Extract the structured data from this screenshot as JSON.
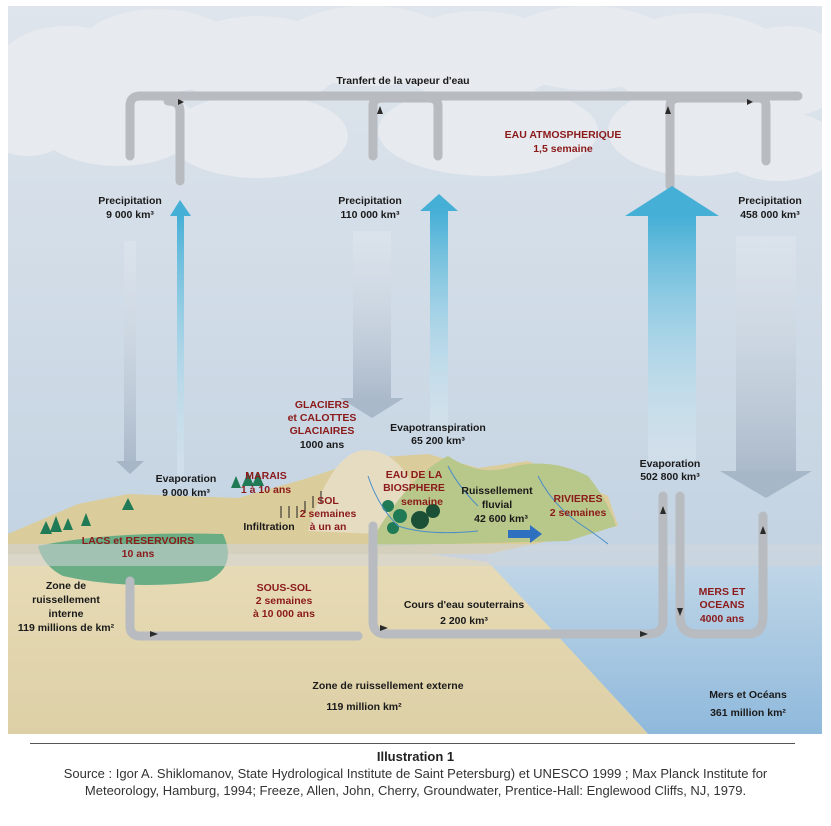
{
  "diagram": {
    "labels": {
      "vapour_transfer": "Tranfert de la vapeur d'eau",
      "atmos_title": "EAU ATMOSPHERIQUE",
      "atmos_time": "1,5 semaine",
      "precip_left_label": "Precipitation",
      "precip_left_value": "9 000 km³",
      "precip_mid_label": "Precipitation",
      "precip_mid_value": "110 000 km³",
      "precip_right_label": "Precipitation",
      "precip_right_value": "458 000 km³",
      "evap_left_label": "Evaporation",
      "evap_left_value": "9 000 km³",
      "evapotransp_label": "Evapotranspiration",
      "evapotransp_value": "65 200 km³",
      "evap_ocean_label": "Evaporation",
      "evap_ocean_value": "502 800 km³",
      "glaciers_1": "GLACIERS",
      "glaciers_2": "et CALOTTES",
      "glaciers_3": "GLACIAIRES",
      "glaciers_4": "1000 ans",
      "marais_1": "MARAIS",
      "marais_2": "1 à 10 ans",
      "sol_1": "SOL",
      "sol_2": "2 semaines",
      "sol_3": "à un an",
      "infiltration": "Infiltration",
      "biosphere_1": "EAU DE LA",
      "biosphere_2": "BIOSPHERE",
      "biosphere_3": "semaine",
      "runoff_1": "Ruissellement",
      "runoff_2": "fluvial",
      "runoff_3": "42 600 km³",
      "rivers_1": "RIVIERES",
      "rivers_2": "2 semaines",
      "lakes_1": "LACS et RESERVOIRS",
      "lakes_2": "10 ans",
      "internal_1": "Zone de",
      "internal_2": "ruissellement",
      "internal_3": "interne",
      "internal_4": "119 millions de km²",
      "subsoil_1": "SOUS-SOL",
      "subsoil_2": "2 semaines",
      "subsoil_3": "à 10 000 ans",
      "underground_1": "Cours d'eau souterrains",
      "underground_2": "2 200 km³",
      "seas_1": "MERS ET",
      "seas_2": "OCEANS",
      "seas_3": "4000 ans",
      "external_1": "Zone de ruissellement externe",
      "external_2": "119 million km²",
      "ocean_area_1": "Mers et Océans",
      "ocean_area_2": "361 million km²"
    },
    "colors": {
      "sky": "#c9d6e3",
      "cloud": "#e6e9ee",
      "land": "#e3d7b3",
      "ocean": "#a9c8e0",
      "lake": "#6cae86",
      "hill": "#b9c98a",
      "pipe": "#b9bcc1",
      "arrow_blue": "#4ab3d8",
      "label_red": "#8b1a1a"
    }
  },
  "caption": {
    "title": "Illustration 1",
    "source": "Source : Igor A. Shiklomanov, State Hydrological Institute de Saint Petersburg) et UNESCO 1999 ; Max Planck Institute for Meteorology, Hamburg, 1994; Freeze, Allen, John, Cherry, Groundwater, Prentice-Hall: Englewood Cliffs, NJ, 1979."
  }
}
